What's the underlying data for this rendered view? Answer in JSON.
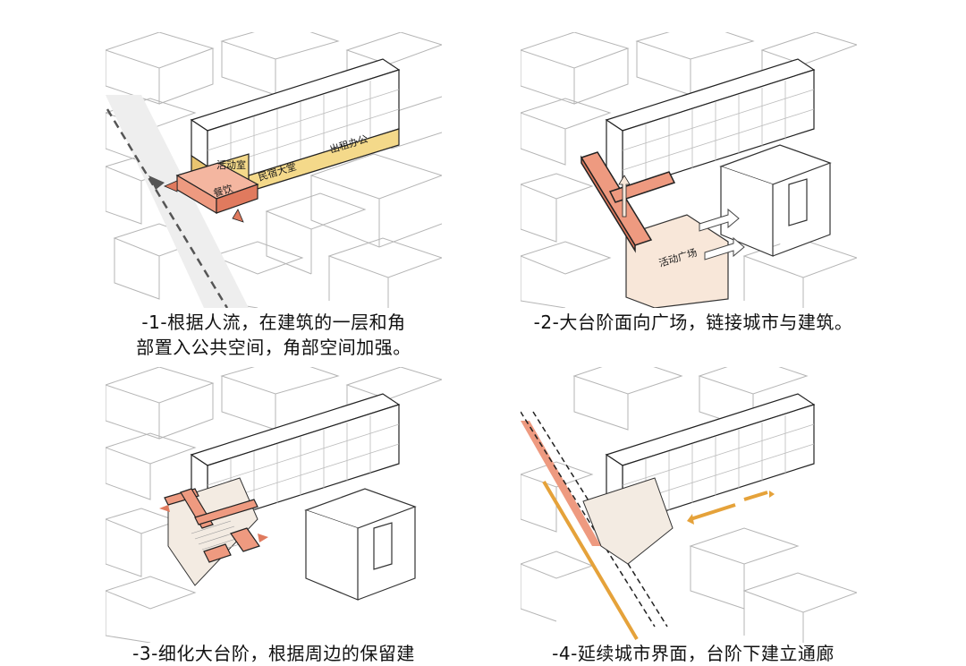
{
  "panels": [
    {
      "caption": " -1-根据人流，在建筑的一层和角\n部置入公共空间，角部空间加强。",
      "labels": {
        "activity_room": "活动室",
        "bnb_lobby": "民宿大堂",
        "rental_office": "出租办公",
        "dining": "餐饮"
      }
    },
    {
      "caption": "-2-大台阶面向广场，链接城市与建筑。",
      "labels": {
        "plaza": "活动广场"
      }
    },
    {
      "caption": " -3-细化大台阶，根据周边的保留建",
      "labels": {}
    },
    {
      "caption": "-4-延续城市界面，台阶下建立通廊",
      "labels": {}
    }
  ],
  "colors": {
    "salmon": "#ee9a80",
    "salmon_dark": "#e07a5e",
    "yellow": "#f4d98a",
    "plaza": "#f8e7d9",
    "orange_path": "#e5a23a",
    "line": "#9a9a9a"
  }
}
